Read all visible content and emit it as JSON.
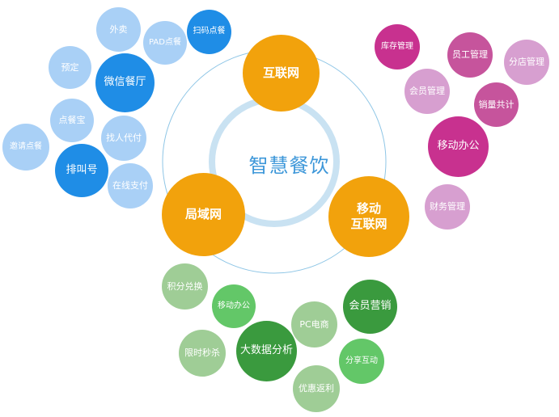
{
  "center_title": "智慧餐饮",
  "hubs": {
    "internet": "互联网",
    "lan": "局域网",
    "mobile_internet": "移动\n互联网"
  },
  "colors": {
    "orange": "#f2a20c",
    "ring_outer": "#8fc6e6",
    "ring_inner": "#c9e2f2",
    "blue_dark": "#1f8de6",
    "blue_mid": "#52a9ef",
    "blue_light": "#a9d0f6",
    "pink_dark": "#c8318f",
    "pink_mid": "#c6549c",
    "pink_light": "#d79fd0",
    "green_dark": "#3a9a3e",
    "green_mid": "#63c768",
    "green_light": "#9fcd96"
  },
  "blue_cluster": {
    "waimai": "外卖",
    "pad": "PAD点餐",
    "scan": "扫码点餐",
    "reserve": "预定",
    "wechat": "微信餐厅",
    "diancanbao": "点餐宝",
    "proxy_pay": "找人代付",
    "invite": "邀请点餐",
    "queue": "排叫号",
    "online_pay": "在线支付"
  },
  "pink_cluster": {
    "inventory": "库存管理",
    "staff": "员工管理",
    "branch": "分店管理",
    "member": "会员管理",
    "sales": "销量共计",
    "mobile_office": "移动办公",
    "finance": "财务管理"
  },
  "green_cluster": {
    "points": "积分兑换",
    "mobile_office": "移动办公",
    "member_marketing": "会员营销",
    "pc_ecommerce": "PC电商",
    "flash_sale": "限时秒杀",
    "big_data": "大数据分析",
    "share": "分享互动",
    "rebate": "优惠返利"
  }
}
